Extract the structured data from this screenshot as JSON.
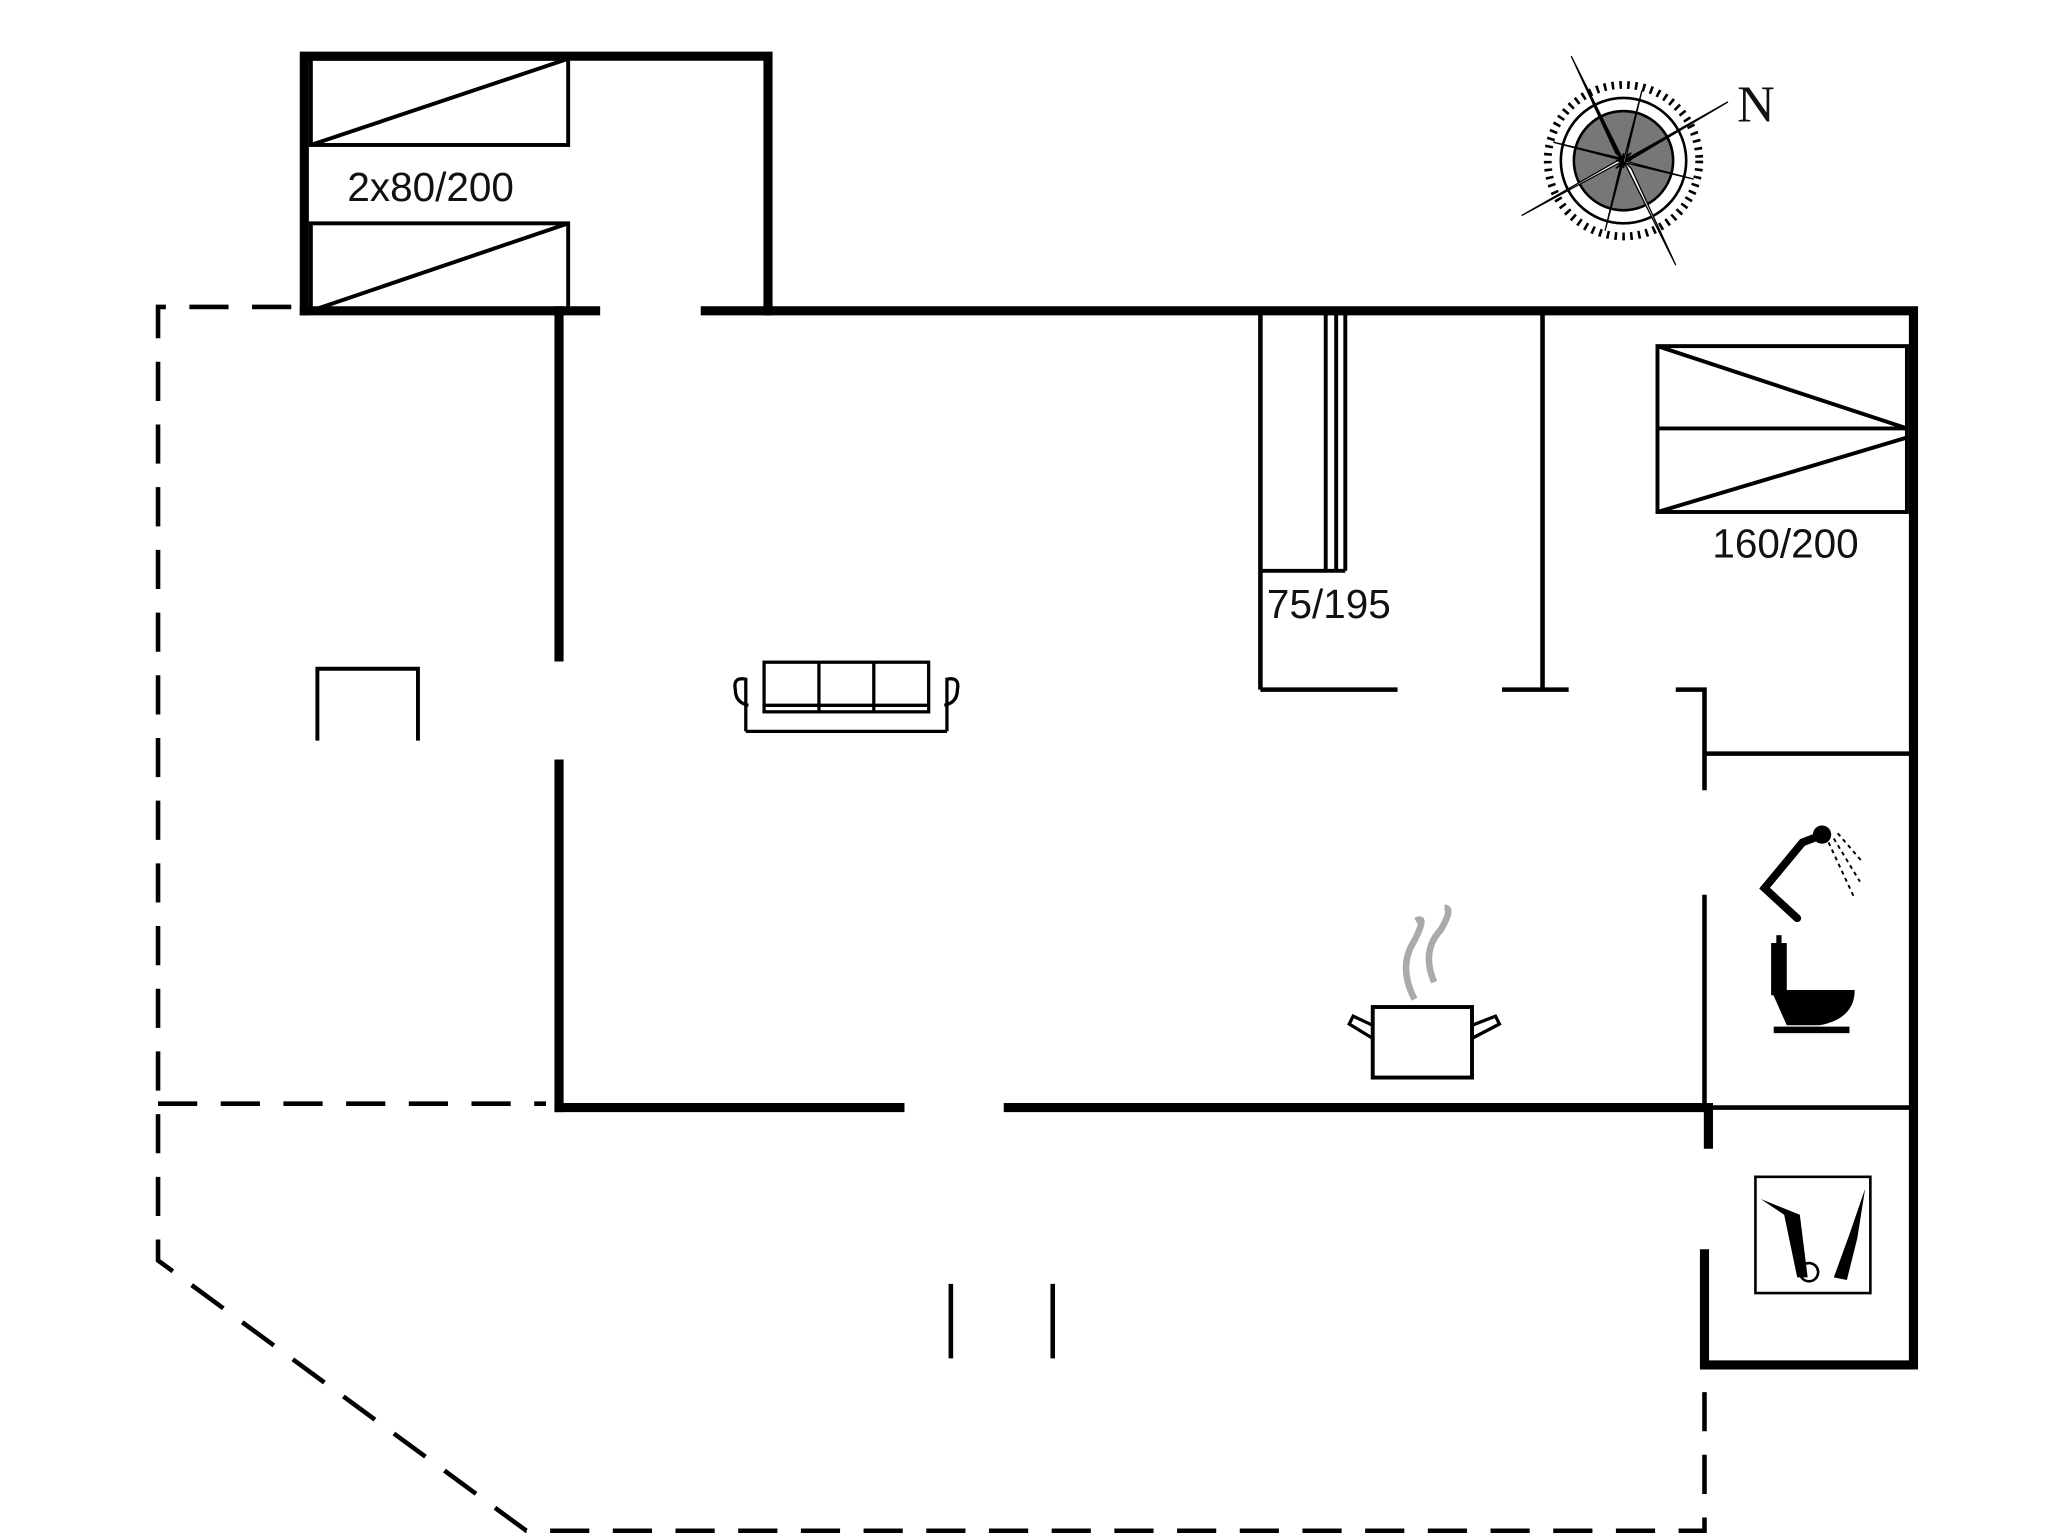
{
  "labels": {
    "bunk_beds": "2x80/200",
    "single_bed": "75/195",
    "double_bed": "160/200",
    "north": "N"
  },
  "icons": [
    "compass-rose-icon",
    "sofa-icon",
    "cooking-pot-icon",
    "shower-icon",
    "toilet-icon",
    "washing-machine-icon",
    "table-icon"
  ],
  "colors": {
    "wall": "#000000",
    "steam": "#aaaaaa",
    "background": "#ffffff"
  }
}
